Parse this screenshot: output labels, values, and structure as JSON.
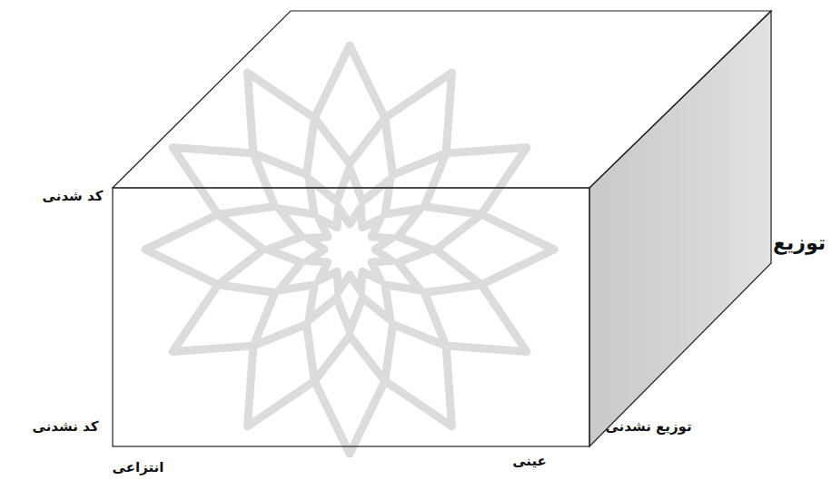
{
  "diagram": {
    "labels": [
      "کد شدنی",
      "کد نشدنی",
      "انتزاعی",
      "عینی",
      "توزیع نشدنی",
      "توزیع"
    ]
  }
}
